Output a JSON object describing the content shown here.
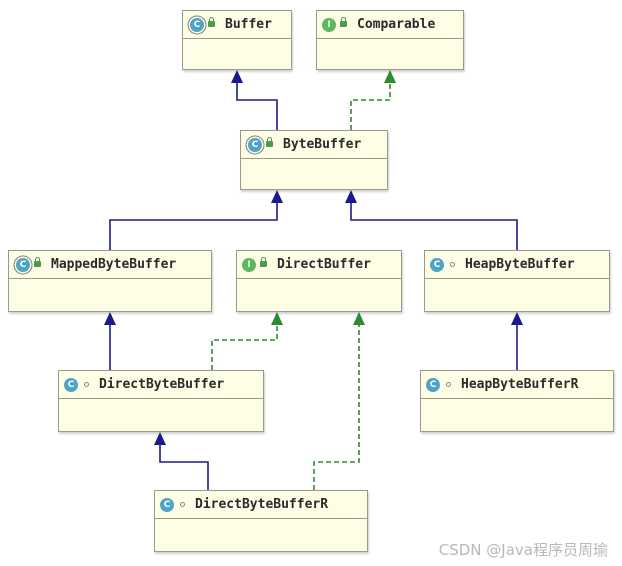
{
  "nodes": {
    "buffer": {
      "label": "Buffer",
      "kind": "C",
      "visibility": "public"
    },
    "comparable": {
      "label": "Comparable",
      "kind": "I",
      "visibility": "public"
    },
    "byte_buffer": {
      "label": "ByteBuffer",
      "kind": "C",
      "visibility": "public"
    },
    "mapped_byte_buffer": {
      "label": "MappedByteBuffer",
      "kind": "C",
      "visibility": "public"
    },
    "direct_buffer": {
      "label": "DirectBuffer",
      "kind": "I",
      "visibility": "public"
    },
    "heap_byte_buffer": {
      "label": "HeapByteBuffer",
      "kind": "C",
      "visibility": "package"
    },
    "direct_byte_buffer": {
      "label": "DirectByteBuffer",
      "kind": "C",
      "visibility": "package"
    },
    "heap_byte_buffer_r": {
      "label": "HeapByteBufferR",
      "kind": "C",
      "visibility": "package"
    },
    "direct_byte_buffer_r": {
      "label": "DirectByteBufferR",
      "kind": "C",
      "visibility": "package"
    }
  },
  "edges": [
    {
      "from": "byte_buffer",
      "to": "buffer",
      "relation": "extends"
    },
    {
      "from": "byte_buffer",
      "to": "comparable",
      "relation": "implements"
    },
    {
      "from": "mapped_byte_buffer",
      "to": "byte_buffer",
      "relation": "extends"
    },
    {
      "from": "heap_byte_buffer",
      "to": "byte_buffer",
      "relation": "extends"
    },
    {
      "from": "direct_byte_buffer",
      "to": "mapped_byte_buffer",
      "relation": "extends"
    },
    {
      "from": "direct_byte_buffer",
      "to": "direct_buffer",
      "relation": "implements"
    },
    {
      "from": "heap_byte_buffer_r",
      "to": "heap_byte_buffer",
      "relation": "extends"
    },
    {
      "from": "direct_byte_buffer_r",
      "to": "direct_byte_buffer",
      "relation": "extends"
    },
    {
      "from": "direct_byte_buffer_r",
      "to": "direct_buffer",
      "relation": "implements"
    }
  ],
  "colors": {
    "extends": "#1a1a8c",
    "implements": "#2e8b2e",
    "node_fill": "#fefde6"
  },
  "watermark": "CSDN @Java程序员周瑜"
}
